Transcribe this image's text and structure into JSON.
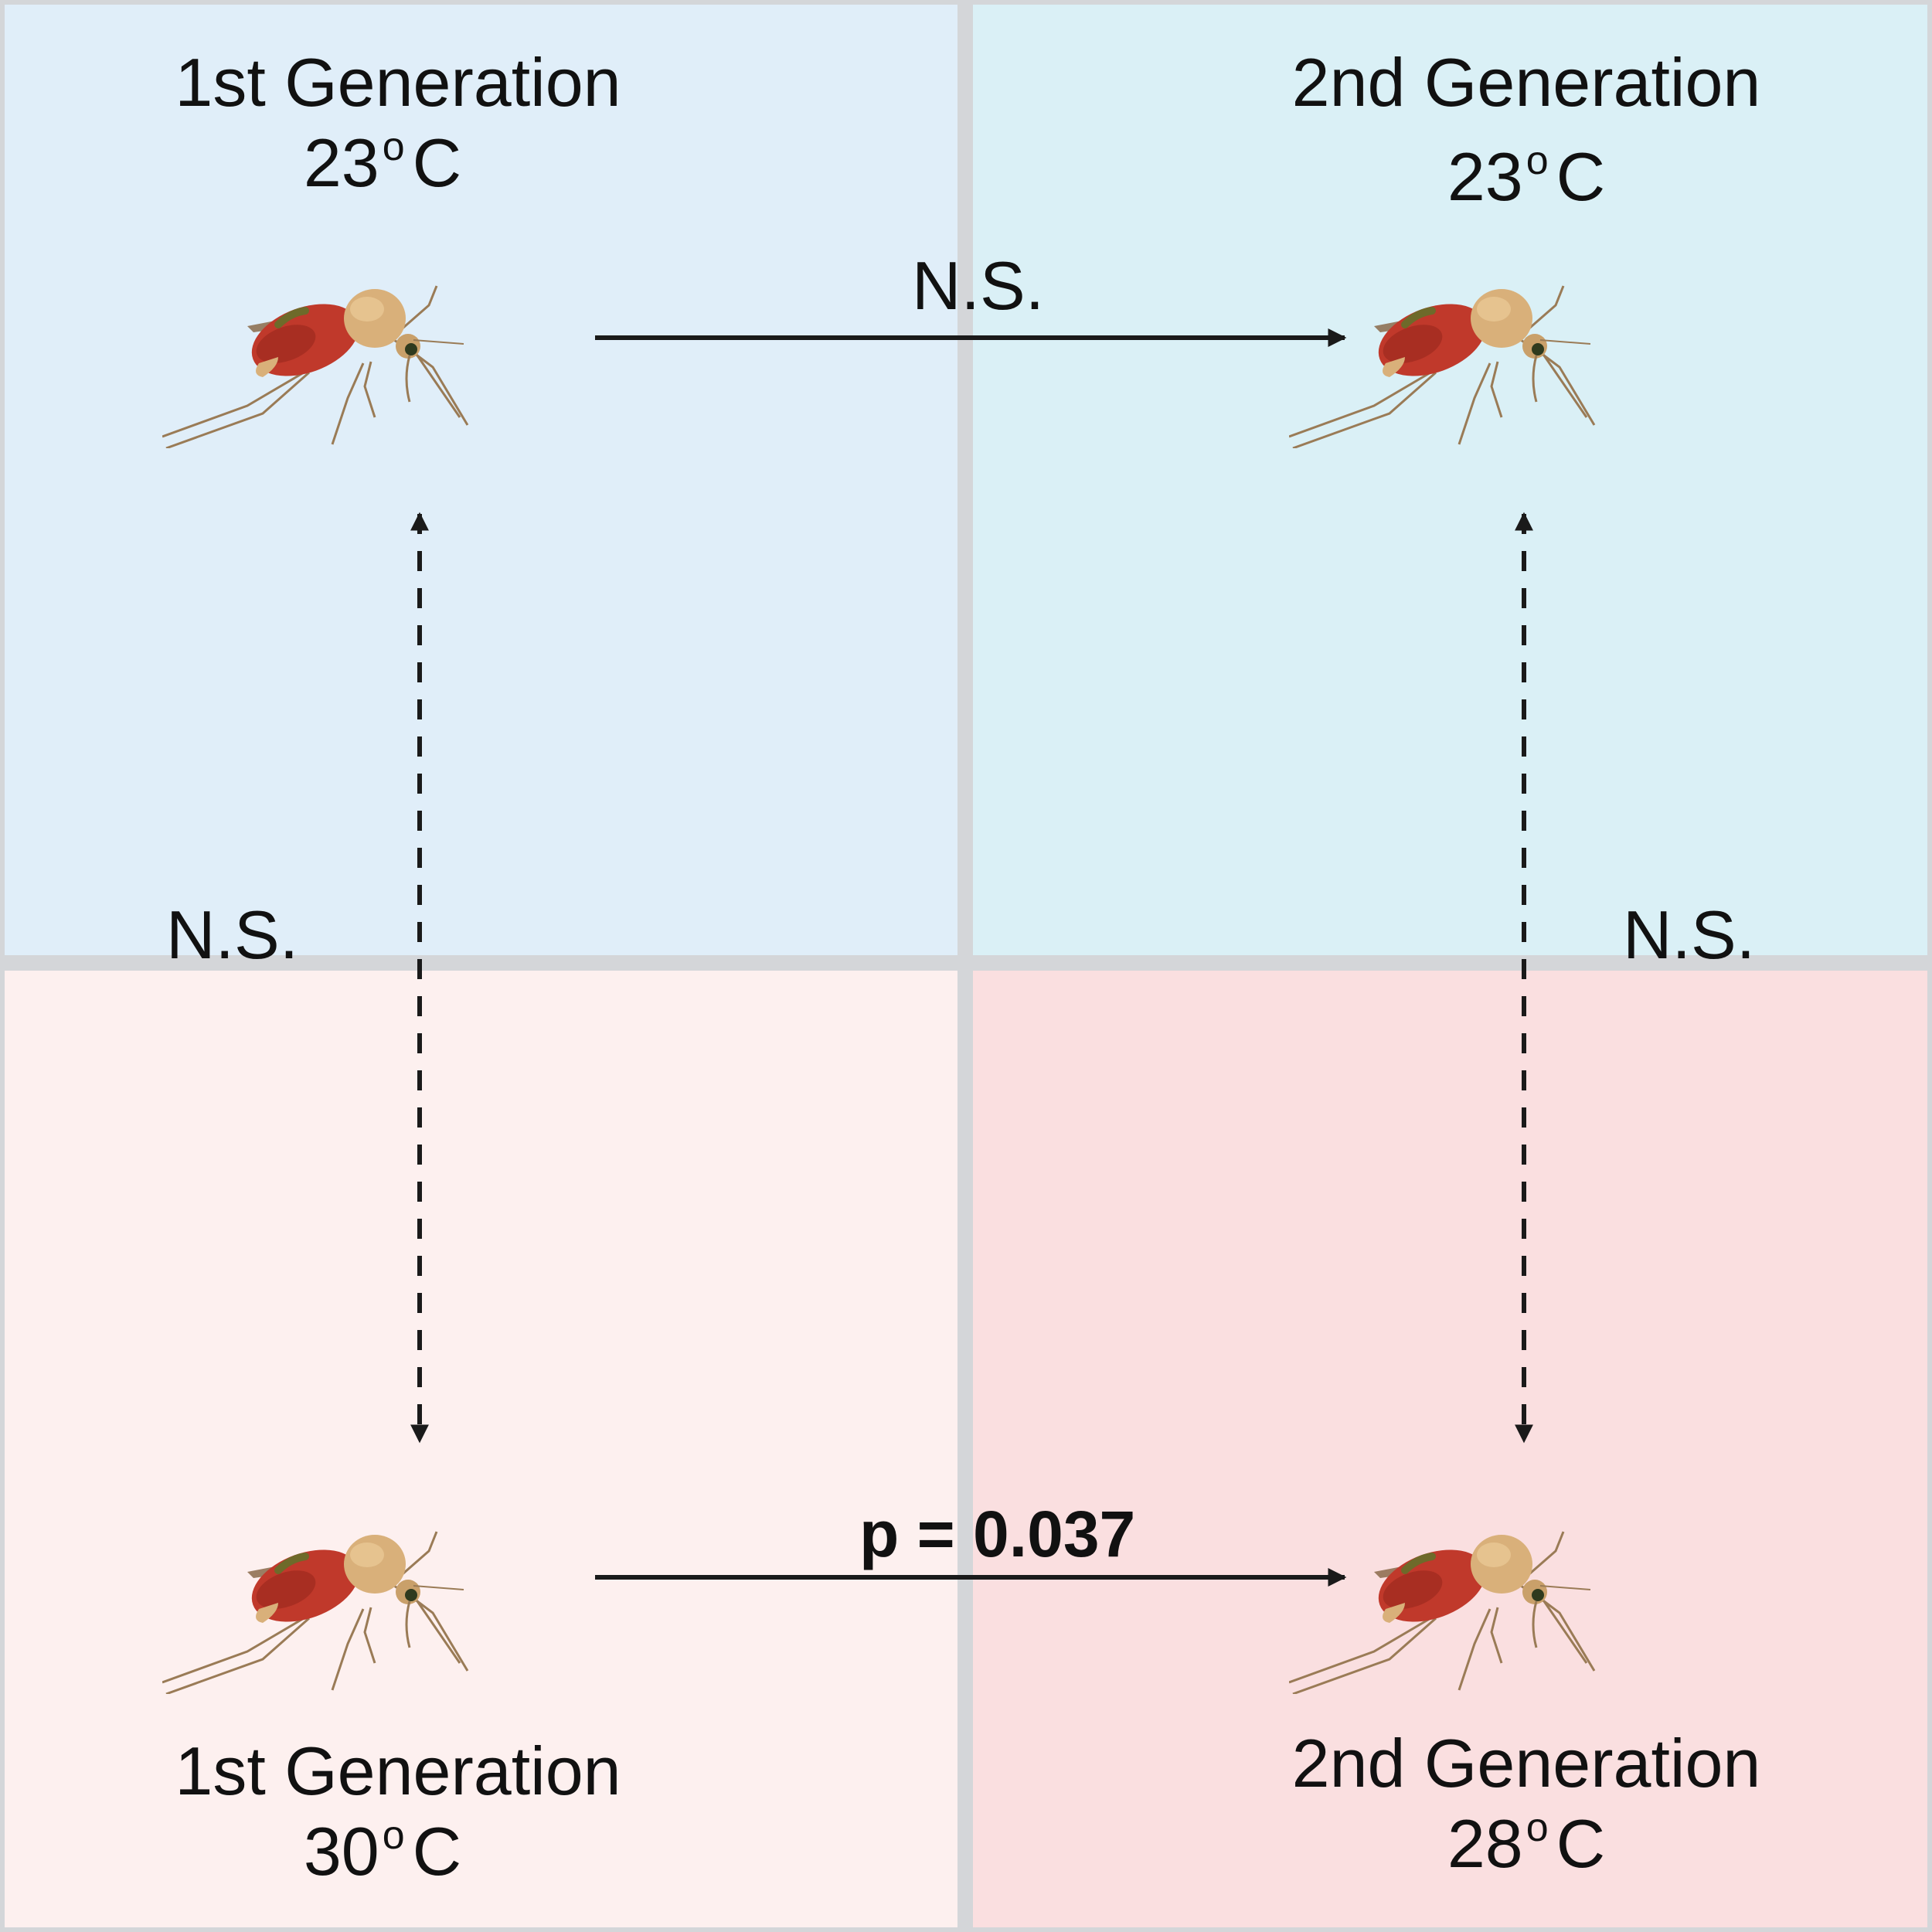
{
  "panels": {
    "top_left": {
      "title": "1st Generation",
      "temp_value": "23",
      "temp_degree": "o",
      "temp_unit": "C"
    },
    "top_right": {
      "title": "2nd Generation",
      "temp_value": "23",
      "temp_degree": "o",
      "temp_unit": "C"
    },
    "bottom_left": {
      "title": "1st Generation",
      "temp_value": "30",
      "temp_degree": "o",
      "temp_unit": "C"
    },
    "bottom_right": {
      "title": "2nd Generation",
      "temp_value": "28",
      "temp_degree": "o",
      "temp_unit": "C"
    }
  },
  "comparisons": {
    "top_horizontal": "N.S.",
    "left_vertical": "N.S.",
    "right_vertical": "N.S.",
    "bottom_horizontal": "p = 0.037"
  },
  "colors": {
    "cool_panel": "#e0eef9",
    "cool_panel_alt": "#daf0f6",
    "warm_panel": "#fdf0ef",
    "warm_panel_alt": "#fadfe0",
    "arrow": "#1a1a1a",
    "mosquito_abdomen": "#c0392b",
    "mosquito_body": "#d9b07a"
  }
}
